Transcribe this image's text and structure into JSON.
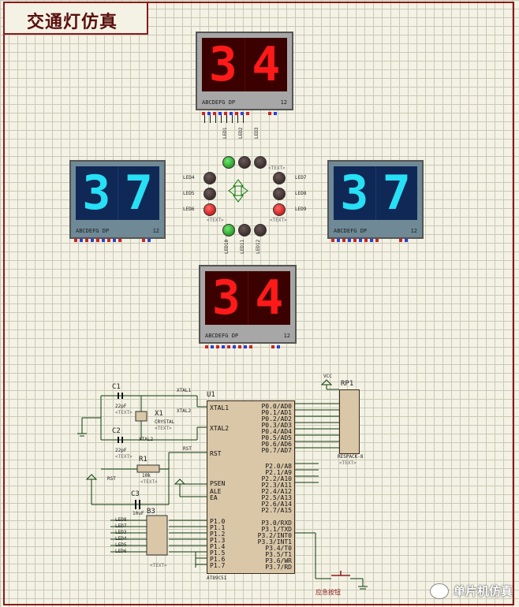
{
  "title": "交通灯仿真",
  "displays": {
    "top": {
      "d1": "3",
      "d2": "4",
      "pins": "ABCDEFG  DP",
      "digits": "12"
    },
    "left": {
      "d1": "3",
      "d2": "7",
      "pins": "ABCDEFG  DP",
      "digits": "12"
    },
    "right": {
      "d1": "3",
      "d2": "7",
      "pins": "ABCDEFG  DP",
      "digits": "12"
    },
    "bottom": {
      "d1": "3",
      "d2": "4",
      "pins": "ABCDEFG  DP",
      "digits": "12"
    }
  },
  "leds": {
    "labels_top": [
      "LED1",
      "LED2",
      "LED3"
    ],
    "labels_left": [
      "LED4",
      "LED5",
      "LED6"
    ],
    "labels_right": [
      "LED7",
      "LED8",
      "LED9"
    ],
    "labels_bottom": [
      "LED10",
      "LED11",
      "LED12"
    ]
  },
  "text_placeholder": "<TEXT>",
  "components": {
    "c1": "C1",
    "c1_val": "22pF",
    "c2": "C2",
    "c2_val": "22pF",
    "c3": "C3",
    "c3_val": "10uF",
    "x1": "X1",
    "x1_val": "CRYSTAL",
    "r1": "R1",
    "r1_val": "10k",
    "rp1": "RP1",
    "rp1_val": "RESPACK-8",
    "b3": "B3",
    "u1": "U1",
    "u1_part": "AT89C51",
    "xtal1": "XTAL1",
    "xtal2": "XTAL2",
    "rst": "RST",
    "vcc": "VCC",
    "button": "应急按钮"
  },
  "chip": {
    "left_pins": [
      "XTAL1",
      "XTAL2",
      "RST",
      "PSEN",
      "ALE",
      "EA",
      "P1.0",
      "P1.1",
      "P1.2",
      "P1.3",
      "P1.4",
      "P1.5",
      "P1.6",
      "P1.7"
    ],
    "right_pins": [
      "P0.0/AD0",
      "P0.1/AD1",
      "P0.2/AD2",
      "P0.3/AD3",
      "P0.4/AD4",
      "P0.5/AD5",
      "P0.6/AD6",
      "P0.7/AD7",
      "P2.0/A8",
      "P2.1/A9",
      "P2.2/A10",
      "P2.3/A11",
      "P2.4/A12",
      "P2.5/A13",
      "P2.6/A14",
      "P2.7/A15",
      "P3.0/RXD",
      "P3.1/TXD",
      "P3.2/INT0",
      "P3.3/INT1",
      "P3.4/T0",
      "P3.5/T1",
      "P3.6/WR",
      "P3.7/RD"
    ]
  },
  "bus_labels_left": [
    "LED8",
    "LED7",
    "LED3",
    "LED4",
    "LED5",
    "LED6"
  ],
  "watermark": "单片机仿真"
}
